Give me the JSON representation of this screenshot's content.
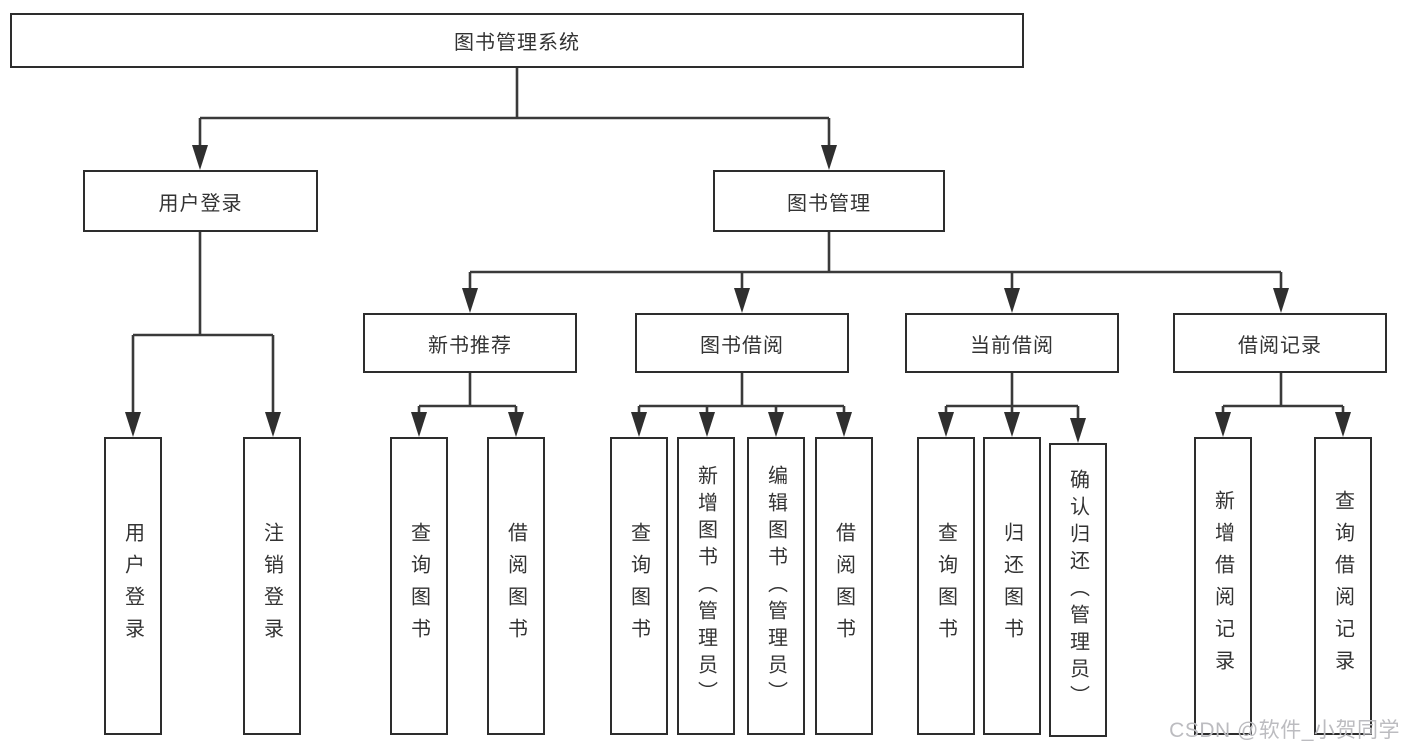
{
  "tree": {
    "label": "图书管理系统",
    "children": [
      {
        "label": "用户登录",
        "children": [
          {
            "label": "用户登录"
          },
          {
            "label": "注销登录"
          }
        ]
      },
      {
        "label": "图书管理",
        "children": [
          {
            "label": "新书推荐",
            "children": [
              {
                "label": "查询图书"
              },
              {
                "label": "借阅图书"
              }
            ]
          },
          {
            "label": "图书借阅",
            "children": [
              {
                "label": "查询图书"
              },
              {
                "label": "新增图书（管理员）"
              },
              {
                "label": "编辑图书（管理员）"
              },
              {
                "label": "借阅图书"
              }
            ]
          },
          {
            "label": "当前借阅",
            "children": [
              {
                "label": "查询图书"
              },
              {
                "label": "归还图书"
              },
              {
                "label": "确认归还（管理员）"
              }
            ]
          },
          {
            "label": "借阅记录",
            "children": [
              {
                "label": "新增借阅记录"
              },
              {
                "label": "查询借阅记录"
              }
            ]
          }
        ]
      }
    ]
  },
  "watermark": "CSDN @软件_小贺同学",
  "colors": {
    "line": "#3a3a3a",
    "border": "#2d2d2d",
    "text": "#333333",
    "watermark": "#bcbcc0",
    "background": "#ffffff"
  }
}
